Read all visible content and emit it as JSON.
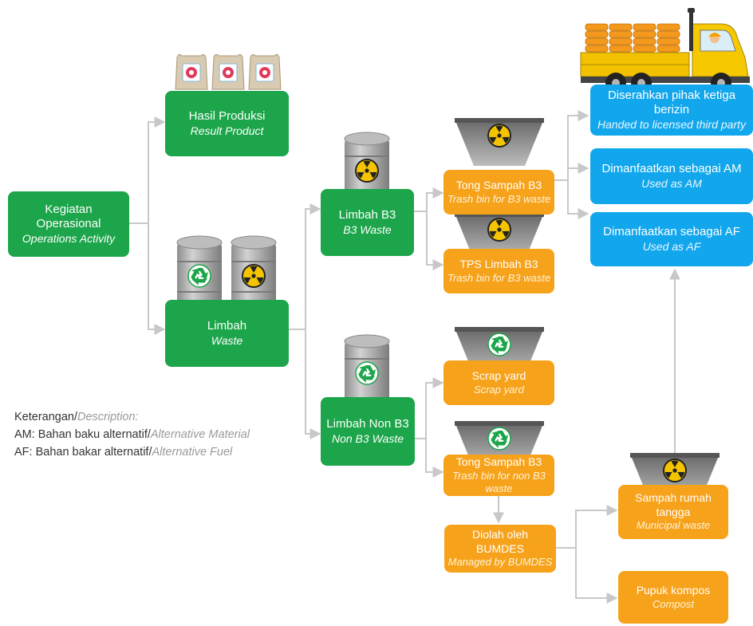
{
  "nodes": {
    "operations": {
      "title": "Kegiatan Operasional",
      "subtitle": "Operations Activity"
    },
    "result_product": {
      "title": "Hasil Produksi",
      "subtitle": "Result Product"
    },
    "waste": {
      "title": "Limbah",
      "subtitle": "Waste"
    },
    "b3_waste": {
      "title": "Limbah B3",
      "subtitle": "B3 Waste"
    },
    "non_b3_waste": {
      "title": "Limbah Non B3",
      "subtitle": "Non B3 Waste"
    },
    "tong_b3": {
      "title": "Tong Sampah B3",
      "subtitle": "Trash bin for B3 waste"
    },
    "tps_b3": {
      "title": "TPS Limbah B3",
      "subtitle": "Trash bin for B3 waste"
    },
    "scrap_yard": {
      "title": "Scrap yard",
      "subtitle": "Scrap yard"
    },
    "tong_non_b3": {
      "title": "Tong Sampah B3",
      "subtitle": "Trash bin for non B3 waste"
    },
    "bumdes": {
      "title": "Diolah oleh BUMDES",
      "subtitle": "Managed by BUMDES"
    },
    "municipal": {
      "title": "Sampah rumah tangga",
      "subtitle": "Municipal waste"
    },
    "compost": {
      "title": "Pupuk kompos",
      "subtitle": "Compost"
    },
    "third_party": {
      "title": "Diserahkan pihak ketiga berizin",
      "subtitle": "Handed to licensed third party"
    },
    "used_am": {
      "title": "Dimanfaatkan sebagai AM",
      "subtitle": "Used as AM"
    },
    "used_af": {
      "title": "Dimanfaatkan sebagai AF",
      "subtitle": "Used as AF"
    }
  },
  "legend": {
    "heading": "Keterangan/",
    "heading_en": "Description",
    "heading_colon": ":",
    "am": "AM: Bahan baku alternatif/",
    "am_en": "Alternative Material",
    "af": "AF: Bahan bakar alternatif/",
    "af_en": "Alternative Fuel"
  },
  "colors": {
    "green": "#1ca54a",
    "orange": "#f7a21b",
    "blue": "#12a7ec",
    "connector": "#c8c8c8",
    "drum": "#a9a9a9",
    "hazard": "#f5c400"
  },
  "icons": [
    "product-sack-icon",
    "barrel-icon",
    "recycle-icon",
    "radiation-icon",
    "trash-hopper-icon",
    "truck-icon"
  ]
}
